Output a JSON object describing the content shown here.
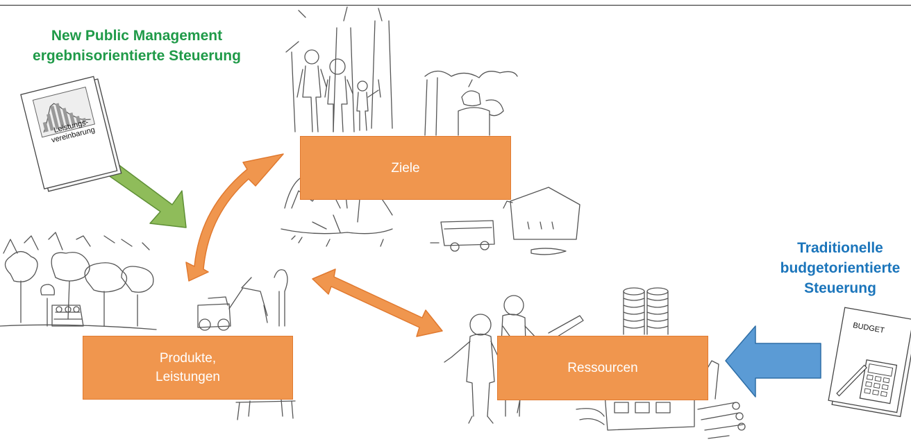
{
  "left_heading": {
    "line1": "New Public Management",
    "line2": "ergebnisorientierte Steuerung",
    "color": "#1f9a48"
  },
  "right_heading": {
    "line1": "Traditionelle",
    "line2": "budgetorientierte",
    "line3": "Steuerung",
    "color": "#1b75bb"
  },
  "boxes": {
    "ziele": "Ziele",
    "produkte_line1": "Produkte,",
    "produkte_line2": "Leistungen",
    "ressourcen": "Ressourcen",
    "color": "#f0964e"
  },
  "documents": {
    "leistung_line1": "Leistungs-",
    "leistung_line2": "vereinbarung",
    "budget": "BUDGET"
  },
  "arrows": {
    "npm_arrow_color": "#8fbc5a",
    "budget_arrow_color": "#5b9bd5",
    "cycle_arrow_color": "#f0964e"
  },
  "icons": [
    "family-trees-sketch",
    "bird-stump-sketch",
    "mountain-sketch",
    "truck-house-sketch",
    "forest-sketch",
    "forestry-machine-sketch",
    "bench-sketch",
    "workers-sketch",
    "coins-sketch",
    "sawmill-sketch",
    "leistungsvereinbarung-document-icon",
    "budget-document-icon"
  ]
}
